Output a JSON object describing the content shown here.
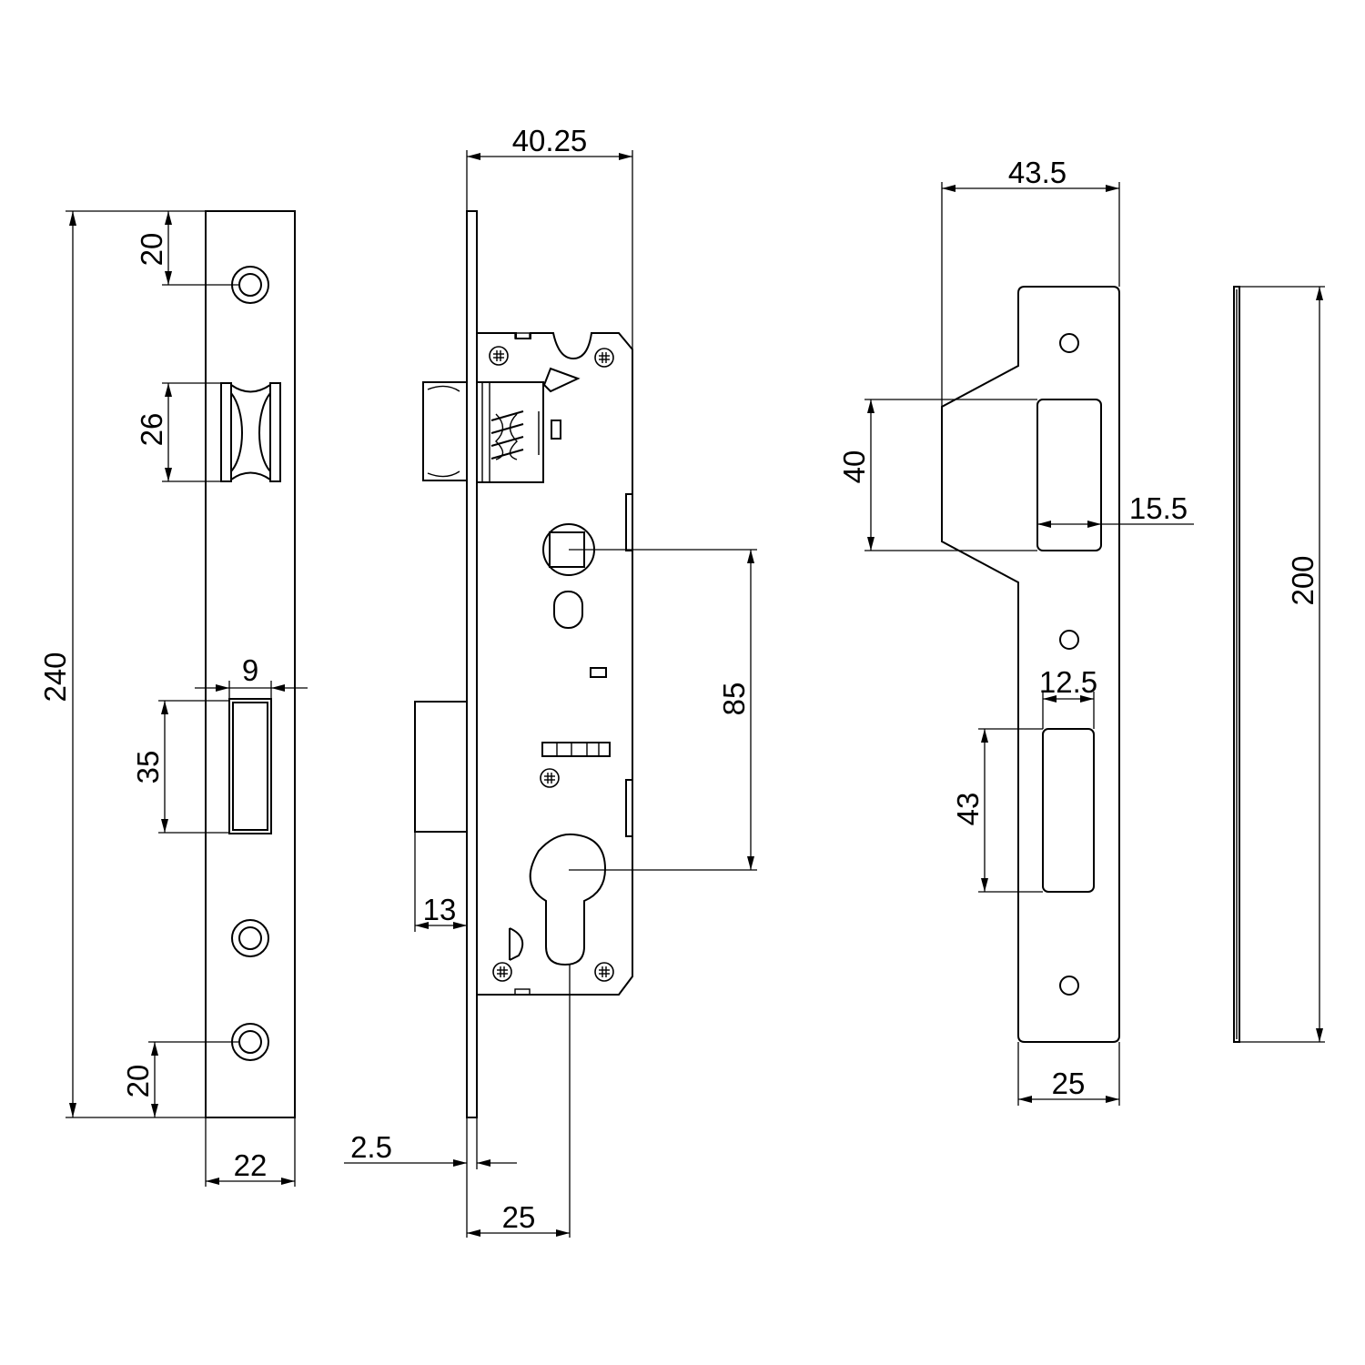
{
  "drawing": {
    "faceplate_view": {
      "dim_total_height": "240",
      "dim_top_hole_offset": "20",
      "dim_latch_height": "26",
      "dim_bolt_width": "9",
      "dim_bolt_height": "35",
      "dim_bottom_hole_offset": "20",
      "dim_plate_width": "22"
    },
    "side_view": {
      "dim_total_width": "40.25",
      "dim_centre_distance": "85",
      "dim_bolt_throw": "13",
      "dim_plate_thickness": "2.5",
      "dim_backset": "25"
    },
    "strike_plate_view": {
      "dim_total_width": "43.5",
      "dim_latch_opening_height": "40",
      "dim_latch_opening_width": "15.5",
      "dim_bolt_opening_width": "12.5",
      "dim_bolt_opening_height": "43",
      "dim_plate_width": "25"
    },
    "strike_edge_view": {
      "dim_height": "200"
    }
  }
}
